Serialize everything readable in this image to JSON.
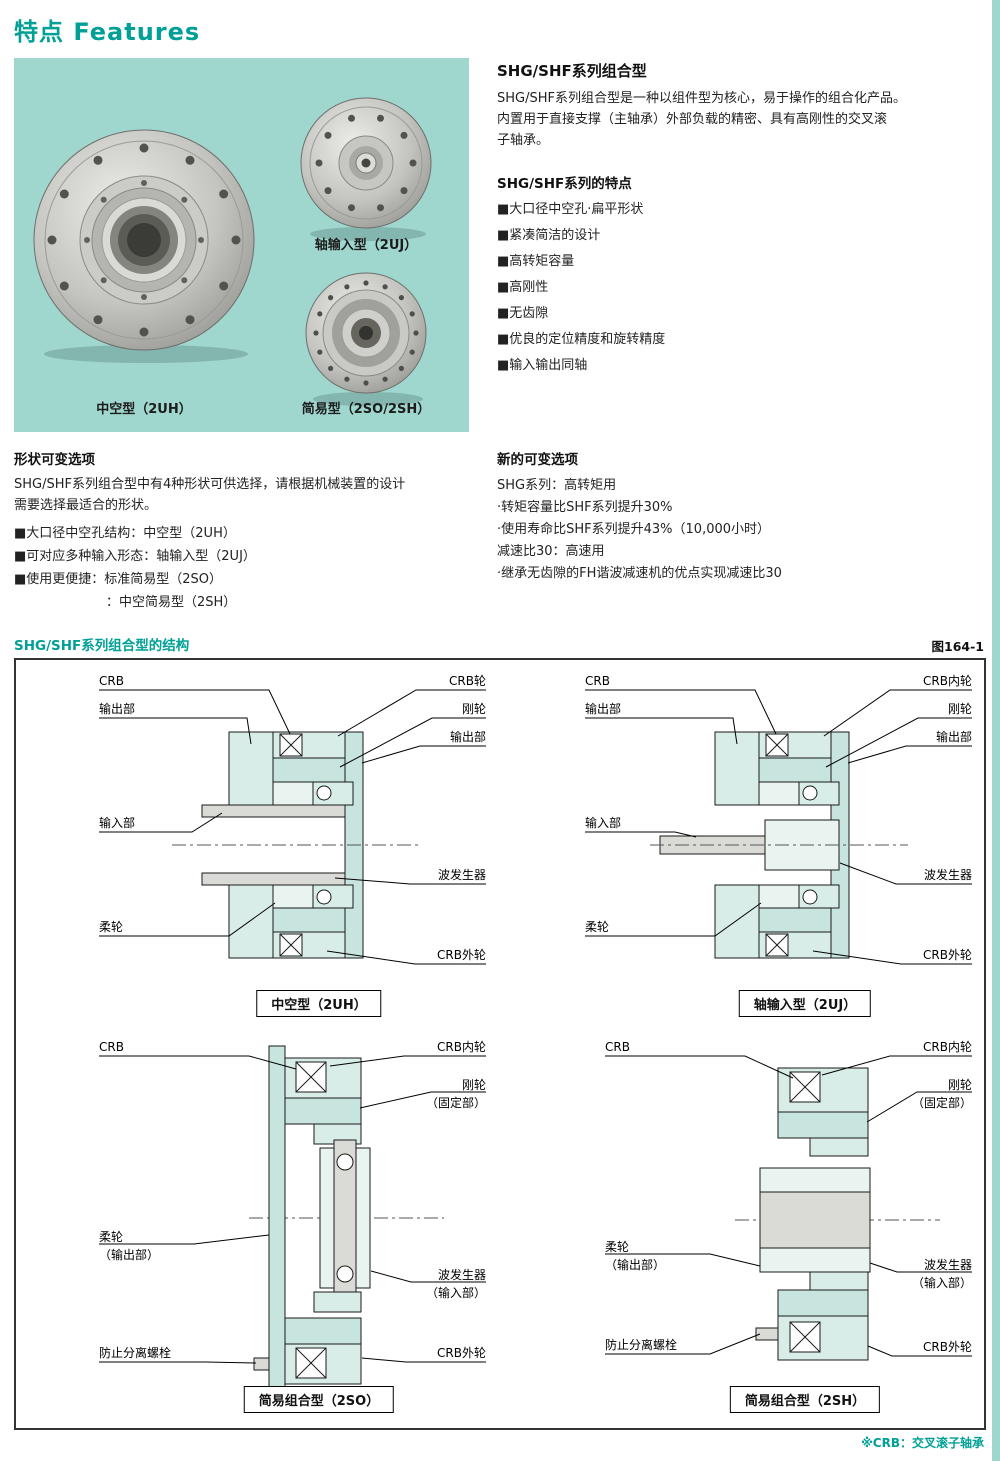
{
  "theme": {
    "colors": {
      "accent": "#00a096",
      "panel-bg": "#9fd6ce",
      "part": "#d8ece8",
      "part2": "#c7e4df",
      "part3": "#e9f4f1",
      "metal": "#dadad6"
    }
  },
  "header": {
    "title": "特点 Features"
  },
  "photo_panel": {
    "labels": {
      "shaft_input": "轴输入型（2UJ）",
      "hollow": "中空型（2UH）",
      "simple": "简易型（2SO/2SH）"
    }
  },
  "overview": {
    "heading": "SHG/SHF系列组合型",
    "paragraph": "SHG/SHF系列组合型是一种以组件型为核心，易于操作的组合化产品。\n内置用于直接支撑（主轴承）外部负载的精密、具有高刚性的交叉滚\n子轴承。",
    "features_heading": "SHG/SHF系列的特点",
    "features": [
      "■大口径中空孔·扁平形状",
      "■紧凑简洁的设计",
      "■高转矩容量",
      "■高刚性",
      "■无齿隙",
      "■优良的定位精度和旋转精度",
      "■输入输出同轴"
    ]
  },
  "shape_options": {
    "heading": "形状可变选项",
    "paragraph": "SHG/SHF系列组合型中有4种形状可供选择，请根据机械装置的设计\n需要选择最适合的形状。",
    "items": [
      "■大口径中空孔结构：中空型（2UH）",
      "■可对应多种输入形态：轴输入型（2UJ）",
      "■使用更便捷：标准简易型（2SO）",
      "：中空简易型（2SH）"
    ]
  },
  "new_options": {
    "heading": "新的可变选项",
    "lines": [
      "SHG系列：高转矩用",
      "·转矩容量比SHF系列提升30%",
      "·使用寿命比SHF系列提升43%（10,000小时）",
      "减速比30：高速用",
      "·继承无齿隙的FH谐波减速机的优点实现减速比30"
    ]
  },
  "structure": {
    "heading": "SHG/SHF系列组合型的结构",
    "figure_ref": "图164-1",
    "footnote": "※CRB：交叉滚子轴承",
    "d1": {
      "caption": "中空型（2UH）",
      "labels": {
        "crb": "CRB",
        "output_left": "输出部",
        "input": "输入部",
        "flexspline": "柔轮",
        "crb_ring": "CRB轮",
        "circular_spline": "刚轮",
        "output_right": "输出部",
        "wave_generator": "波发生器",
        "crb_outer": "CRB外轮"
      }
    },
    "d2": {
      "caption": "轴输入型（2UJ）",
      "labels": {
        "crb": "CRB",
        "output_left": "输出部",
        "input": "输入部",
        "flexspline": "柔轮",
        "crb_inner": "CRB内轮",
        "circular_spline": "刚轮",
        "output_right": "输出部",
        "wave_generator": "波发生器",
        "crb_outer": "CRB外轮"
      }
    },
    "d3": {
      "caption": "简易组合型（2SO）",
      "labels": {
        "crb": "CRB",
        "flexspline": "柔轮\n（输出部）",
        "bolt": "防止分离螺栓",
        "crb_inner": "CRB内轮",
        "circular_spline": "刚轮\n（固定部）",
        "wave_generator": "波发生器\n（输入部）",
        "crb_outer": "CRB外轮"
      }
    },
    "d4": {
      "caption": "简易组合型（2SH）",
      "labels": {
        "crb": "CRB",
        "flexspline": "柔轮\n（输出部）",
        "bolt": "防止分离螺栓",
        "crb_inner": "CRB内轮",
        "circular_spline": "刚轮\n（固定部）",
        "wave_generator": "波发生器\n（输入部）",
        "crb_outer": "CRB外轮"
      }
    }
  }
}
